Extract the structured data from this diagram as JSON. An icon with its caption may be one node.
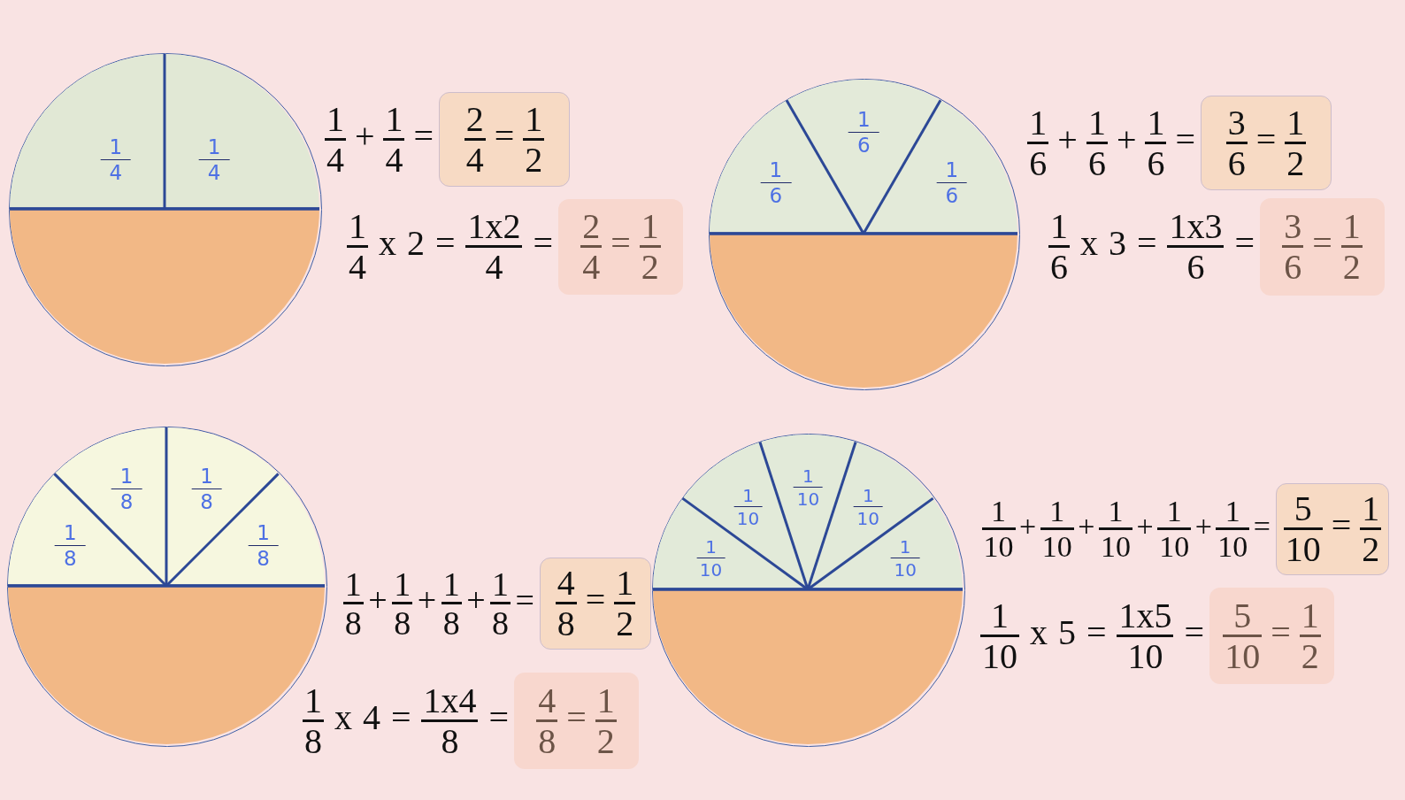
{
  "diagram": {
    "nodes": [
      {
        "text": [],
        "shape": "circle"
      },
      {
        "text": [
          "1/4"
        ],
        "in": 0
      },
      {
        "text": [
          "1/4"
        ],
        "in": 0
      },
      {
        "text": [],
        "shape": "semicircle",
        "in": 0
      },
      {
        "text": [
          "2/4 = 1/2"
        ]
      },
      {
        "text": [
          "2/4 = 1/2"
        ]
      },
      {
        "text": [],
        "shape": "circle"
      },
      {
        "text": [
          "1/6"
        ],
        "in": 6
      },
      {
        "text": [
          "1/6"
        ],
        "in": 6
      },
      {
        "text": [
          "1/6"
        ],
        "in": 6
      },
      {
        "text": [],
        "shape": "semicircle",
        "in": 6
      },
      {
        "text": [
          "3/6 = 1/2"
        ]
      },
      {
        "text": [
          "3/6 = 1/2"
        ]
      },
      {
        "text": [],
        "shape": "circle"
      },
      {
        "text": [
          "1/8"
        ],
        "in": 13
      },
      {
        "text": [
          "1/8"
        ],
        "in": 13
      },
      {
        "text": [
          "1/8"
        ],
        "in": 13
      },
      {
        "text": [
          "1/8"
        ],
        "in": 13
      },
      {
        "text": [],
        "shape": "semicircle",
        "in": 13
      },
      {
        "text": [
          "4/8 = 1/2"
        ]
      },
      {
        "text": [
          "4/8 = 1/2"
        ]
      },
      {
        "text": [],
        "shape": "circle"
      },
      {
        "text": [
          "1/10"
        ],
        "in": 21
      },
      {
        "text": [
          "1/10"
        ],
        "in": 21
      },
      {
        "text": [
          "1/10"
        ],
        "in": 21
      },
      {
        "text": [
          "1/10"
        ],
        "in": 21
      },
      {
        "text": [
          "1/10"
        ],
        "in": 21
      },
      {
        "text": [],
        "shape": "semicircle",
        "in": 21
      },
      {
        "text": [
          "5/10 = 1/2"
        ]
      },
      {
        "text": [
          "5/10 = 1/2"
        ]
      }
    ],
    "labels": [
      "1/4 + 1/4 =",
      "1/4 x 2 = 1x2/4 =",
      "1/6 + 1/6 + 1/6 =",
      "1/6 x 3 = 1x3/6 =",
      "1/8 + 1/8 + 1/8 + 1/8 =",
      "1/8 x 4 = 1x4/8 =",
      "1/10 + 1/10 + 1/10 + 1/10 + 1/10 =",
      "1/10 x 5 = 1x5/10 ="
    ]
  }
}
